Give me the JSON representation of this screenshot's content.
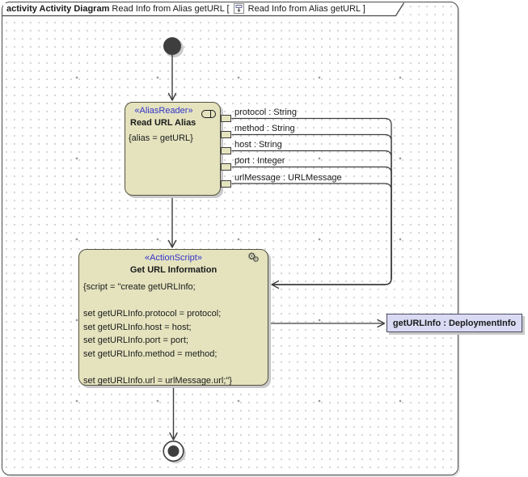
{
  "frame": {
    "title_bold": "activity Activity Diagram",
    "title_mid": " Read Info from Alias getURL [ ",
    "title_end": " Read Info from Alias getURL ]"
  },
  "alias_reader": {
    "stereotype": "«AliasReader»",
    "name": "Read URL Alias",
    "body": "{alias = getURL}"
  },
  "pins": [
    "protocol : String",
    "method : String",
    "host : String",
    "port : Integer",
    "urlMessage : URLMessage"
  ],
  "action_script": {
    "stereotype": "«ActionScript»",
    "name": "Get URL Information",
    "script_lines": [
      "{script = \"create getURLInfo;",
      "",
      "set getURLInfo.protocol = protocol;",
      "set getURLInfo.host = host;",
      "set getURLInfo.port = port;",
      "set getURLInfo.method = method;",
      "",
      "set getURLInfo.url = urlMessage.url;\"}"
    ]
  },
  "object_node": {
    "label": "getURLInfo : DeploymentInfo"
  },
  "icons": {
    "gear_glyph": "⚙",
    "title_icon": "activity-diagram-icon",
    "alias_icon": "read-action-icon"
  },
  "colors": {
    "action_fill": "#e4e3be",
    "action_border": "#52513f",
    "object_fill": "#dadaf4",
    "stereotype_text": "#3333cc",
    "edge": "#3d3d3d",
    "frame_border": "#4a4a4a",
    "shadow": "#c9c9c9"
  }
}
